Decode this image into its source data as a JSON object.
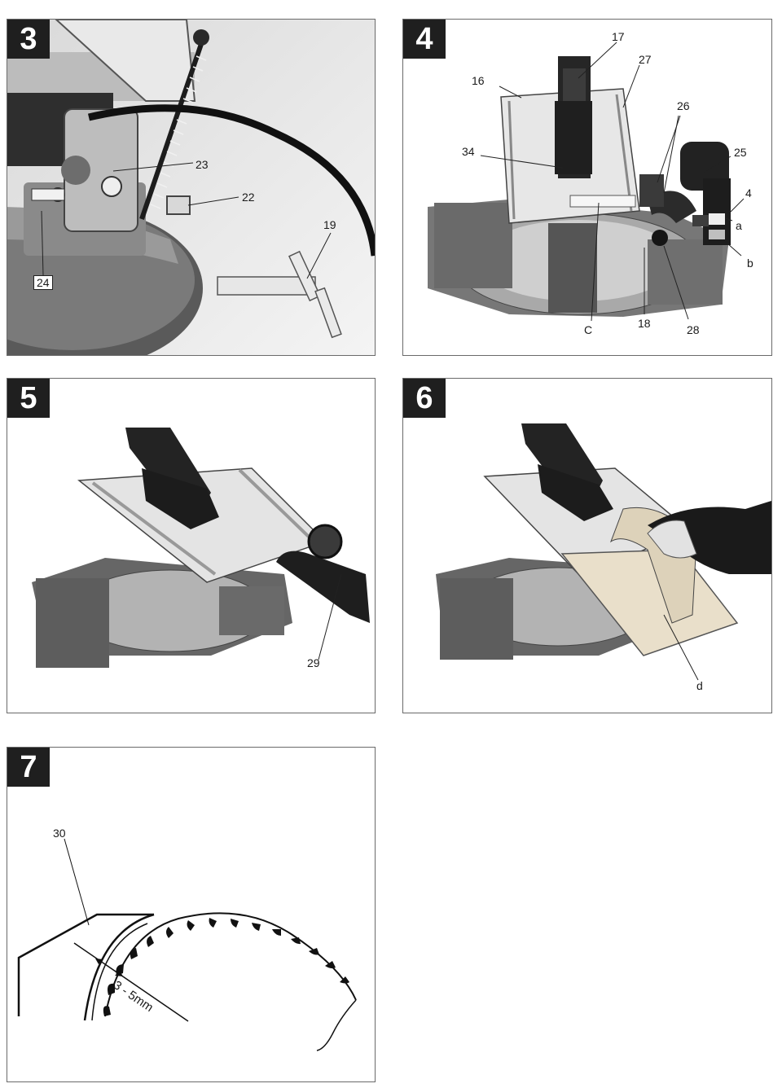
{
  "panels": {
    "p3": {
      "number": "3",
      "labels": {
        "l23": "23",
        "l22": "22",
        "l19": "19",
        "l24": "24"
      }
    },
    "p4": {
      "number": "4",
      "labels": {
        "l17": "17",
        "l27": "27",
        "l16": "16",
        "l26": "26",
        "l34": "34",
        "l25": "25",
        "l4": "4",
        "la": "a",
        "lb": "b",
        "lc": "C",
        "l18": "18",
        "l28": "28"
      }
    },
    "p5": {
      "number": "5",
      "labels": {
        "l29": "29"
      }
    },
    "p6": {
      "number": "6",
      "labels": {
        "ld": "d"
      }
    },
    "p7": {
      "number": "7",
      "labels": {
        "l30": "30",
        "ldim": "3 - 5mm"
      }
    }
  }
}
